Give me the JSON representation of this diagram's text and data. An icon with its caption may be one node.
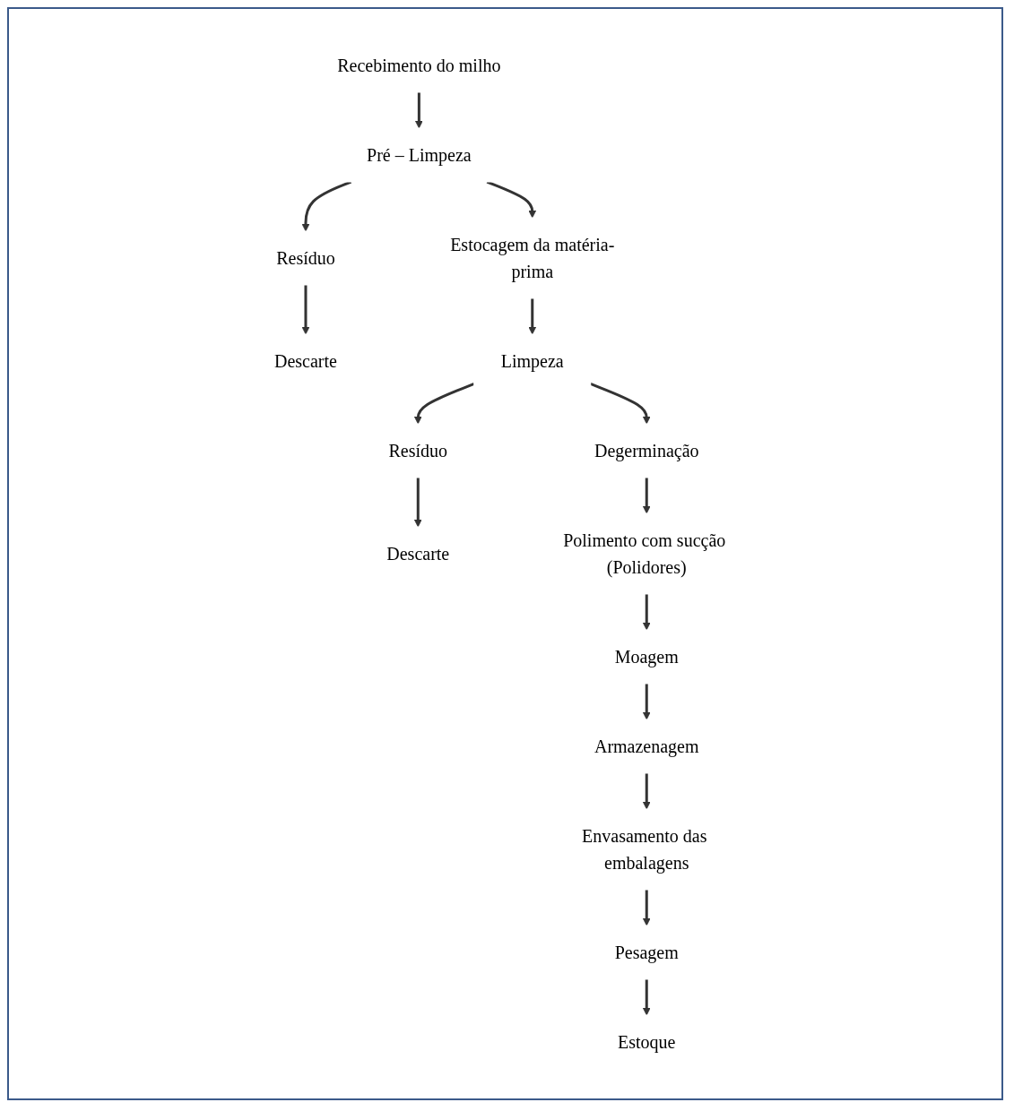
{
  "diagram": {
    "nodes": [
      {
        "text": [
          "Recebimento do milho"
        ]
      },
      {
        "text": [
          "Pré – Limpeza"
        ]
      },
      {
        "text": [
          "Resíduo"
        ]
      },
      {
        "text": [
          "Descarte"
        ]
      },
      {
        "text": [
          "Estocagem da matéria-prima"
        ]
      },
      {
        "text": [
          "Limpeza"
        ]
      },
      {
        "text": [
          "Resíduo"
        ]
      },
      {
        "text": [
          "Descarte"
        ]
      },
      {
        "text": [
          "Degerminação"
        ]
      },
      {
        "text": [
          "Polimento com sucção (Polidores)"
        ]
      },
      {
        "text": [
          "Moagem"
        ]
      },
      {
        "text": [
          "Armazenagem"
        ]
      },
      {
        "text": [
          "Envasamento das embalagens"
        ]
      },
      {
        "text": [
          "Pesagem"
        ]
      },
      {
        "text": [
          "Estoque"
        ]
      }
    ],
    "edges": [
      {
        "from": 0,
        "to": 1,
        "arrow": "to"
      },
      {
        "from": 1,
        "to": 2,
        "arrow": "to"
      },
      {
        "from": 2,
        "to": 3,
        "arrow": "to"
      },
      {
        "from": 1,
        "to": 4,
        "arrow": "to"
      },
      {
        "from": 4,
        "to": 5,
        "arrow": "to"
      },
      {
        "from": 5,
        "to": 6,
        "arrow": "to"
      },
      {
        "from": 6,
        "to": 7,
        "arrow": "to"
      },
      {
        "from": 5,
        "to": 8,
        "arrow": "to"
      },
      {
        "from": 8,
        "to": 9,
        "arrow": "to"
      },
      {
        "from": 9,
        "to": 10,
        "arrow": "to"
      },
      {
        "from": 10,
        "to": 11,
        "arrow": "to"
      },
      {
        "from": 11,
        "to": 12,
        "arrow": "to"
      },
      {
        "from": 12,
        "to": 13,
        "arrow": "to"
      },
      {
        "from": 13,
        "to": 14,
        "arrow": "to"
      }
    ]
  }
}
